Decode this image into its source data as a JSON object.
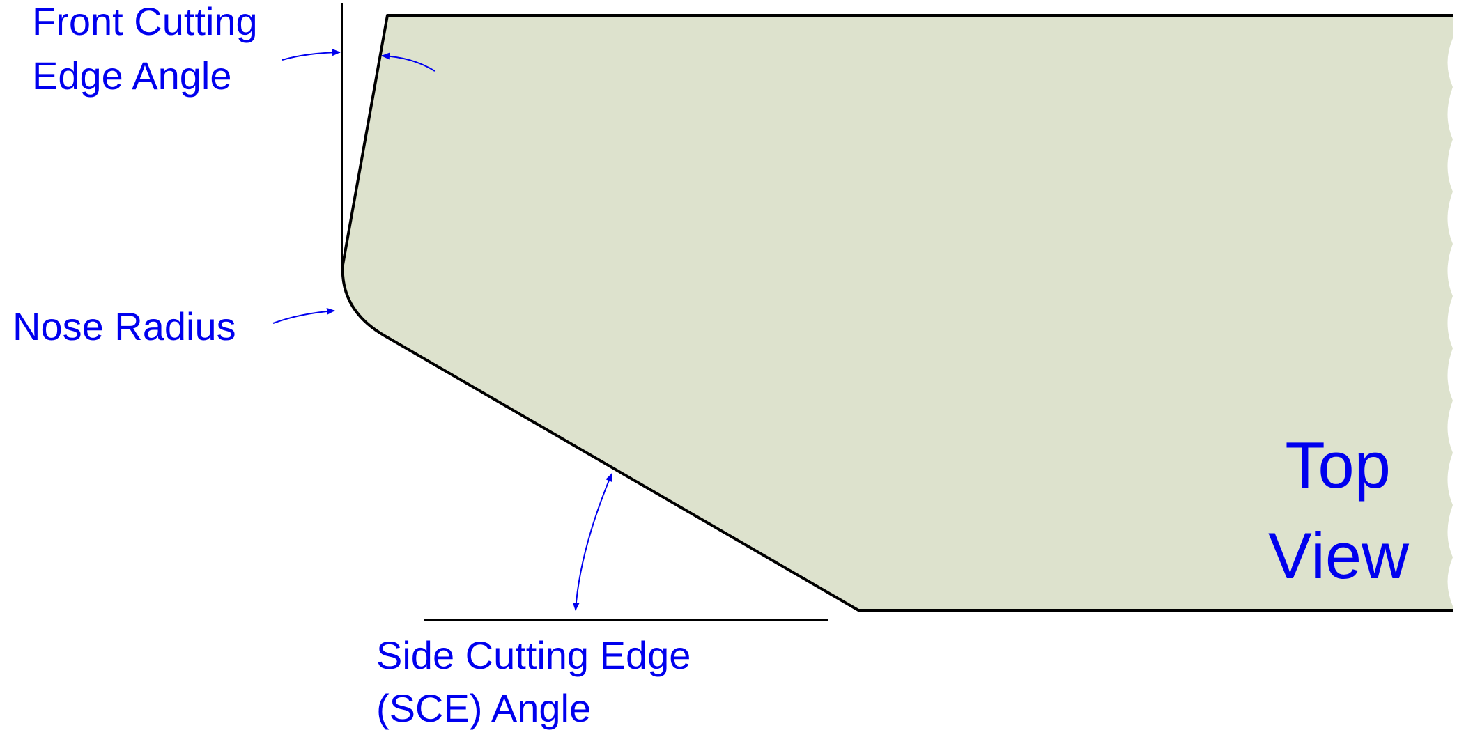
{
  "colors": {
    "tool_fill": "#dde2cd",
    "tool_stroke": "#000000",
    "annotation": "#0000ee",
    "reference_line": "#000000",
    "background": "#ffffff"
  },
  "labels": {
    "front_cutting_edge_angle": [
      "Front Cutting",
      "Edge Angle"
    ],
    "nose_radius": "Nose Radius",
    "side_cutting_edge_angle": [
      "Side Cutting Edge",
      "(SCE) Angle"
    ],
    "view": [
      "Top",
      "View"
    ]
  }
}
